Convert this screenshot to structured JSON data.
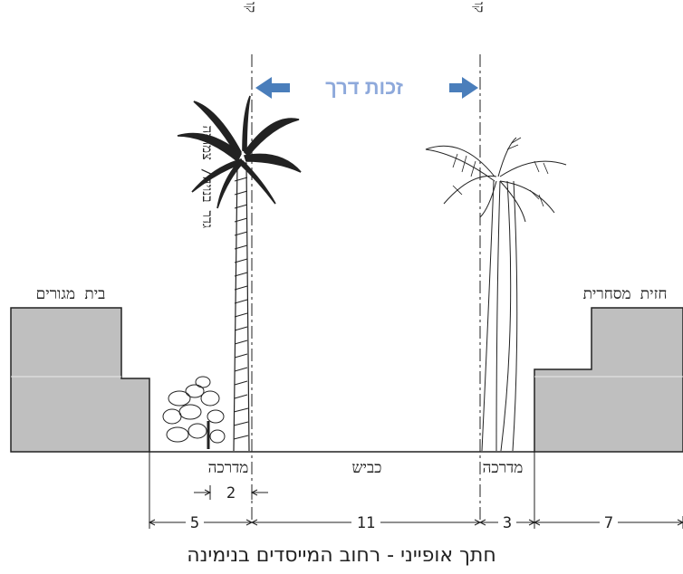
{
  "labels": {
    "right_of_way": "זכות דרך",
    "property_line_left": "קו מגרש",
    "property_line_right": "קו מגרש",
    "residential": "בית מגורים",
    "commercial": "חזית מסחרית",
    "fence": "גדר בנויה/ צמחיה",
    "sidewalk_left": "מדרכה",
    "road": "כביש",
    "sidewalk_right": "מדרכה",
    "caption": "חתך אופייני - רחוב המייסדים בנימינה"
  },
  "dimensions": {
    "sub": "2",
    "left_setback": "5",
    "road": "11",
    "sidewalk": "3",
    "right_setback": "7"
  },
  "colors": {
    "building_fill": "#bfbfbf",
    "arrow": "#4a7ebb",
    "row_text": "#8ea9db",
    "line": "#222222"
  }
}
